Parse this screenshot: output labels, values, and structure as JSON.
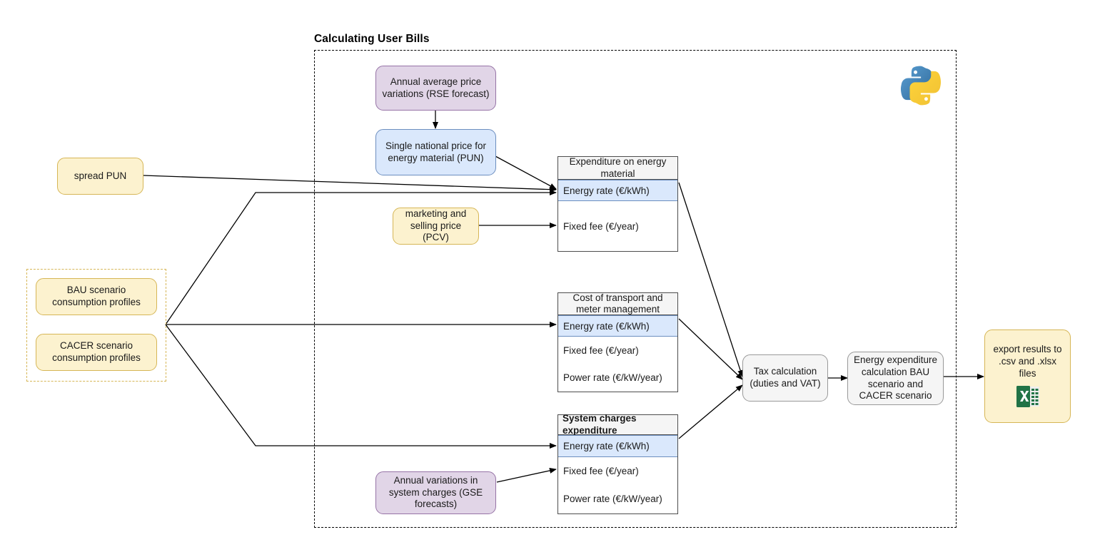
{
  "container": {
    "title": "Calculating User Bills",
    "python_icon": "python-logo-icon"
  },
  "inputs": {
    "spread_pun": "spread PUN",
    "bau_profiles": "BAU scenario consumption profiles",
    "cacer_profiles": "CACER scenario consumption profiles"
  },
  "forecasts": {
    "rse": "Annual average price variations (RSE forecast)",
    "gse": "Annual variations in system charges (GSE forecasts)"
  },
  "prices": {
    "pun": "Single national price for energy material (PUN)",
    "pcv": "marketing and selling price (PCV)"
  },
  "tables": [
    {
      "id": "expenditure-energy-material",
      "header": "Expenditure on energy material",
      "rows": [
        {
          "label": "Energy rate (€/kWh)",
          "highlighted": true
        },
        {
          "label": "Fixed fee (€/year)",
          "highlighted": false
        }
      ]
    },
    {
      "id": "cost-transport-meter",
      "header": "Cost of transport and meter management",
      "rows": [
        {
          "label": "Energy rate (€/kWh)",
          "highlighted": true
        },
        {
          "label": "Fixed fee (€/year)",
          "highlighted": false
        },
        {
          "label": "Power rate (€/kW/year)",
          "highlighted": false
        }
      ]
    },
    {
      "id": "system-charges-expenditure",
      "header": "System charges expenditure",
      "rows": [
        {
          "label": "Energy rate (€/kWh)",
          "highlighted": true
        },
        {
          "label": "Fixed fee (€/year)",
          "highlighted": false
        },
        {
          "label": "Power rate (€/kW/year)",
          "highlighted": false
        }
      ]
    }
  ],
  "process": {
    "tax": "Tax calculation (duties and VAT)",
    "tax_line1": "Tax calculation",
    "tax_line2": "(duties and VAT)",
    "energy_expenditure": "Energy expenditure calculation BAU scenario and CACER scenario"
  },
  "output": {
    "export": "export results to .csv and .xlsx files",
    "excel_icon": "excel-file-icon"
  },
  "colors": {
    "yellow_fill": "#fcf2cf",
    "yellow_stroke": "#d6b656",
    "purple_fill": "#e1d5e7",
    "purple_stroke": "#9673a6",
    "blue_fill": "#dae8fc",
    "blue_stroke": "#6c8ebf",
    "gray_fill": "#f5f5f5",
    "gray_stroke": "#999999",
    "edge": "#000000"
  }
}
